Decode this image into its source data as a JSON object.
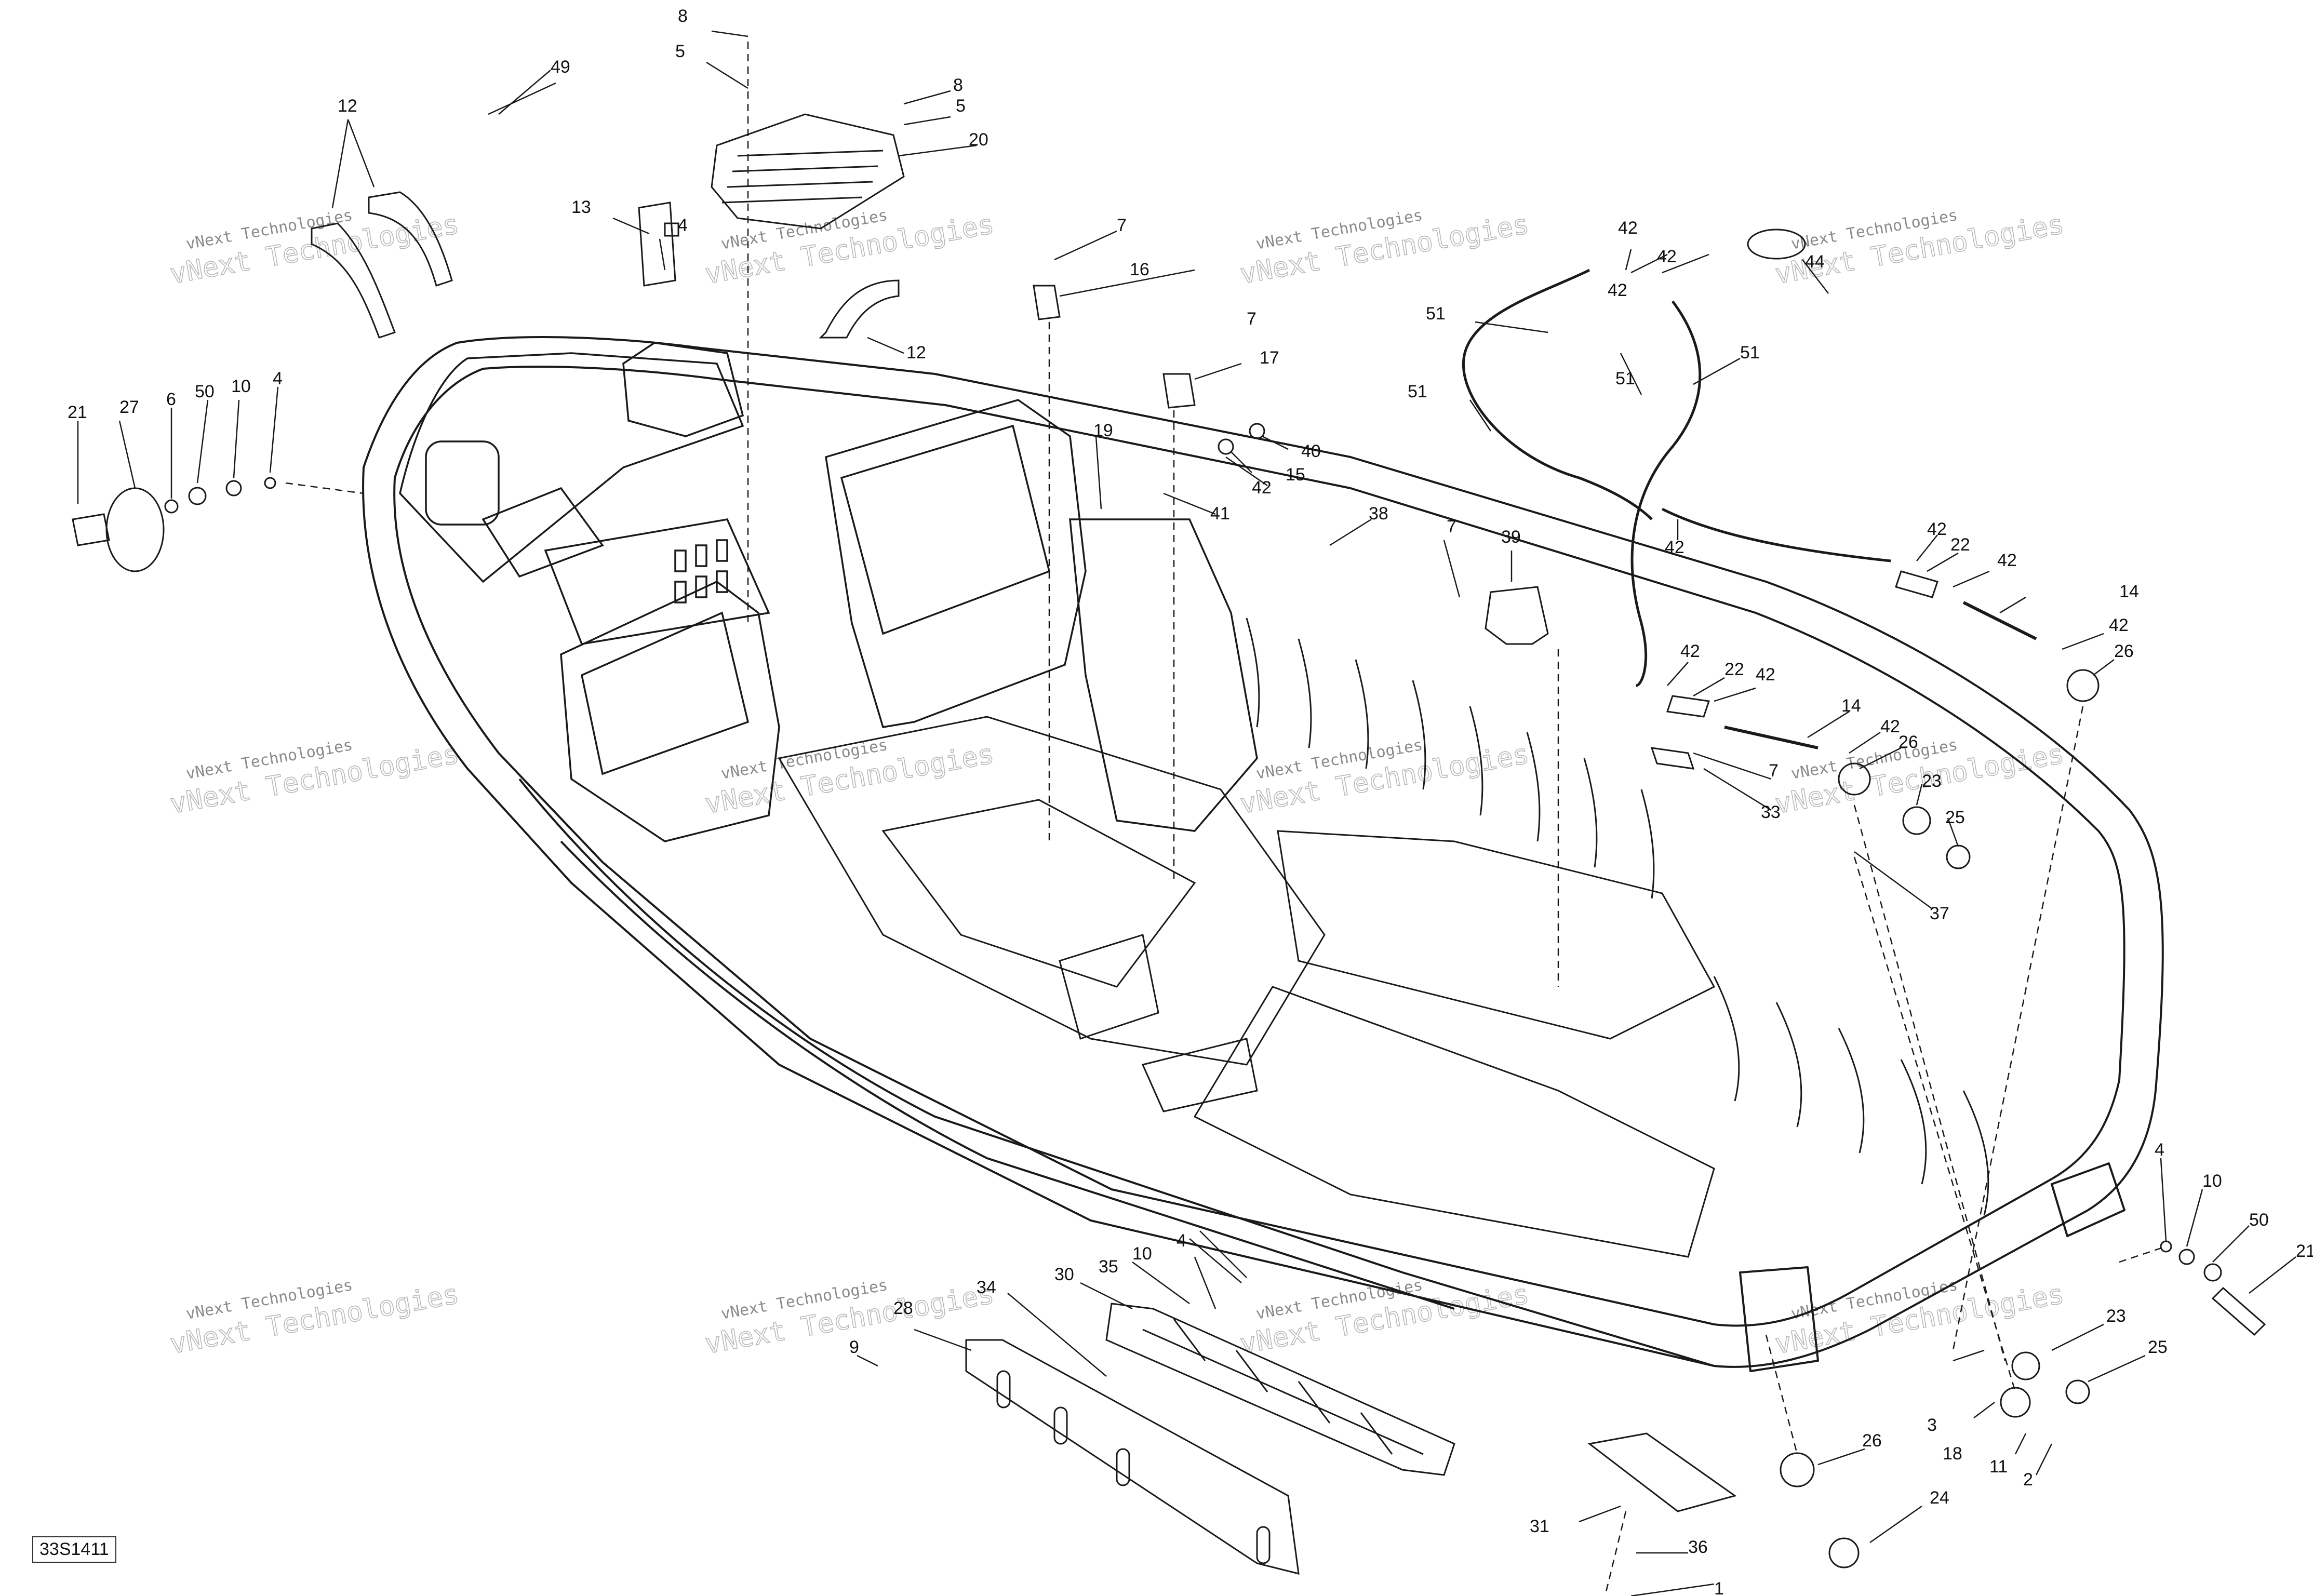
{
  "diagram": {
    "reference_code": "33S1411",
    "watermark": {
      "line1": "vNext Technologies",
      "line2": "vNext Technologies"
    },
    "callouts": [
      "1",
      "2",
      "3",
      "4",
      "4",
      "4",
      "4",
      "5",
      "5",
      "6",
      "7",
      "7",
      "7",
      "7",
      "8",
      "8",
      "9",
      "10",
      "10",
      "10",
      "11",
      "12",
      "12",
      "13",
      "14",
      "14",
      "15",
      "16",
      "17",
      "18",
      "19",
      "20",
      "21",
      "21",
      "22",
      "22",
      "23",
      "23",
      "24",
      "25",
      "25",
      "26",
      "26",
      "26",
      "27",
      "28",
      "30",
      "31",
      "33",
      "34",
      "35",
      "36",
      "37",
      "38",
      "39",
      "40",
      "41",
      "42",
      "42",
      "42",
      "42",
      "42",
      "42",
      "42",
      "42",
      "42",
      "42",
      "42",
      "44",
      "49",
      "50",
      "50",
      "51",
      "51",
      "51",
      "51"
    ],
    "line_color": "#1a1a1a"
  }
}
